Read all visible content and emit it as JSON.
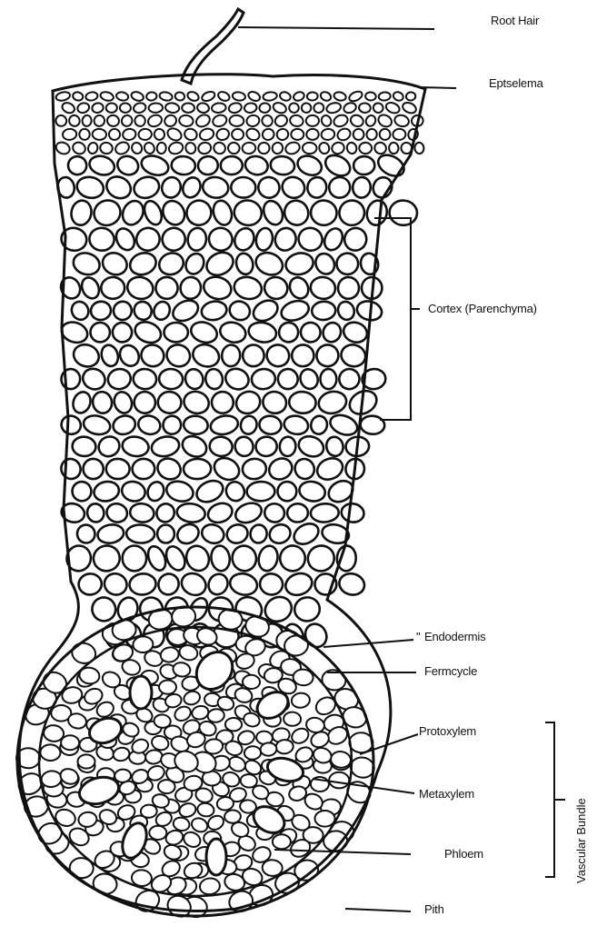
{
  "labels": {
    "root_hair": "Root Hair",
    "epiblema": "Eptselema",
    "cortex": "Cortex (Parenchyma)",
    "endodermis": "Endodermis",
    "pericycle": "Fermcycle",
    "protoxylem": "Protoxylem",
    "metaxylem": "Metaxylem",
    "phloem": "Phloem",
    "pith": "Pith",
    "vascular_bundle": "Vascular Bundle"
  },
  "colors": {
    "ink": "#111111",
    "background": "#ffffff"
  }
}
